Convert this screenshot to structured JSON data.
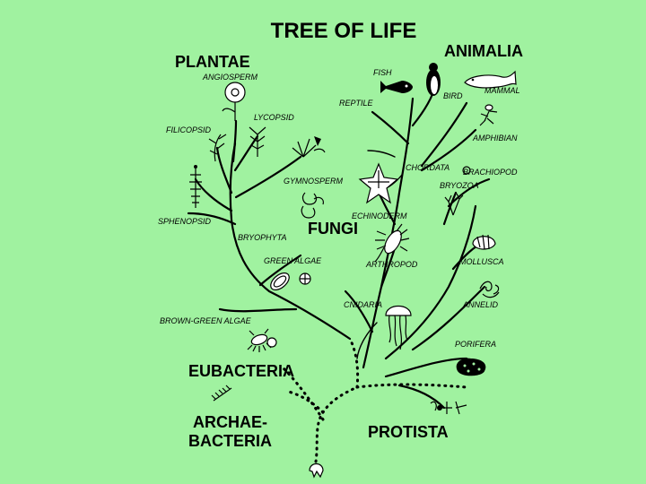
{
  "title": "TREE OF LIFE",
  "kingdoms": {
    "plantae": "PLANTAE",
    "animalia": "ANIMALIA",
    "fungi": "FUNGI",
    "eubacteria": "EUBACTERIA",
    "archaebacteria_line1": "ARCHAE-",
    "archaebacteria_line2": "BACTERIA",
    "protista": "PROTISTA"
  },
  "groups": {
    "angiosperm": "ANGIOSPERM",
    "fish": "FISH",
    "bird": "BIRD",
    "mammal": "MAMMAL",
    "reptile": "REPTILE",
    "lycopsid": "LYCOPSID",
    "filicopsid": "FILICOPSID",
    "amphibian": "AMPHIBIAN",
    "chordata": "CHORDATA",
    "brachiopod": "BRACHIOPOD",
    "gymnosperm": "GYMNOSPERM",
    "bryozoa": "BRYOZOA",
    "echinoderm": "ECHINODERM",
    "sphenopsid": "SPHENOPSID",
    "bryophyta": "BRYOPHYTA",
    "green_algae": "GREEN ALGAE",
    "arthropod": "ARTHROPOD",
    "mollusca": "MOLLUSCA",
    "cnidaria": "CNIDARIA",
    "annelid": "ANNELID",
    "brown_green_algae": "BROWN-GREEN ALGAE",
    "porifera": "PORIFERA"
  },
  "colors": {
    "background": "#a0f2a0",
    "ink": "#000000"
  }
}
